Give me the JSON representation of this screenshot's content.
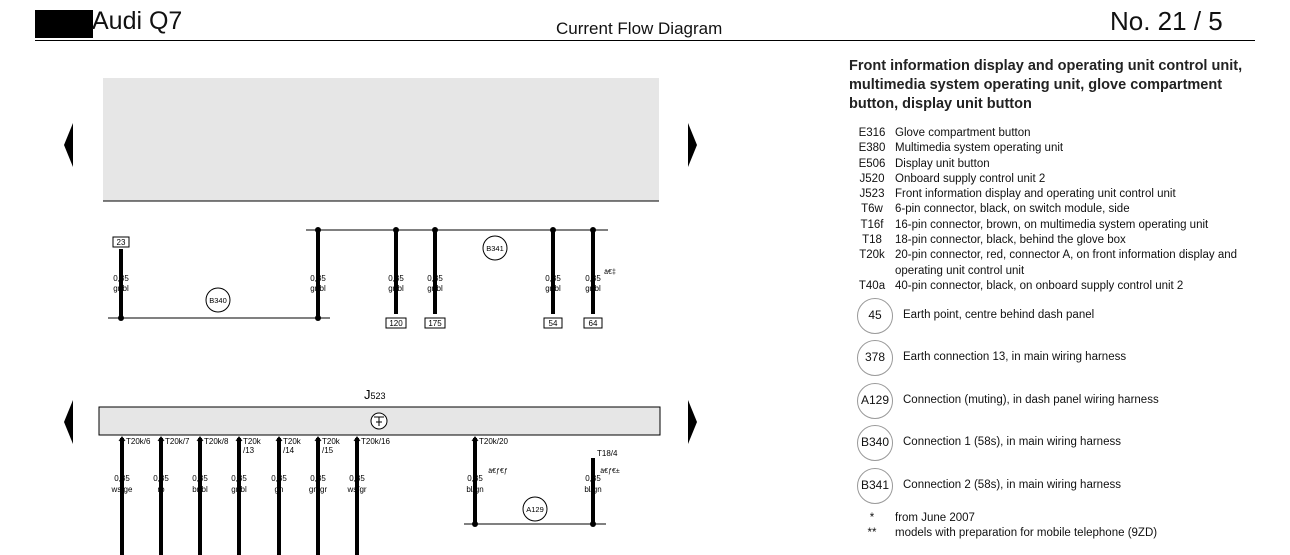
{
  "header": {
    "model": "Audi Q7",
    "title": "Current Flow Diagram",
    "number": "No. 21 / 5"
  },
  "legend": {
    "title": "Front information display and operating unit control unit, multimedia system operating unit, glove compartment button, display unit button",
    "items": [
      {
        "code": "E316",
        "desc": "Glove compartment button"
      },
      {
        "code": "E380",
        "desc": "Multimedia system operating unit"
      },
      {
        "code": "E506",
        "desc": "Display unit button"
      },
      {
        "code": "J520",
        "desc": "Onboard supply control unit 2"
      },
      {
        "code": "J523",
        "desc": "Front information display and operating unit control unit"
      },
      {
        "code": "T6w",
        "desc": "6-pin connector, black, on switch module, side"
      },
      {
        "code": "T16f",
        "desc": "16-pin connector, brown, on multimedia system operating unit"
      },
      {
        "code": "T18",
        "desc": "18-pin connector, black, behind the glove box"
      },
      {
        "code": "T20k",
        "desc": "20-pin connector, red, connector A, on front information display and operating unit control unit"
      },
      {
        "code": "T40a",
        "desc": "40-pin connector, black, on onboard supply control unit 2"
      }
    ],
    "circles": [
      {
        "code": "45",
        "desc": "Earth point, centre behind dash panel"
      },
      {
        "code": "378",
        "desc": "Earth connection 13, in main wiring harness"
      },
      {
        "code": "A129",
        "desc": "Connection (muting), in dash panel wiring harness"
      },
      {
        "code": "B340",
        "desc": "Connection 1 (58s), in main wiring harness"
      },
      {
        "code": "B341",
        "desc": "Connection 2 (58s), in main wiring harness"
      }
    ],
    "footnotes": [
      {
        "mark": "*",
        "desc": "from June 2007"
      },
      {
        "mark": "**",
        "desc": "models with preparation for mobile telephone (9ZD)"
      }
    ]
  },
  "diagram": {
    "component": "J",
    "component_sub": "523",
    "top_wires": {
      "box_23": "23",
      "size": "0,35",
      "color_grbl": "gr/bl",
      "node_b340": "B340",
      "node_b341": "B341",
      "ref_120": "120",
      "ref_175": "175",
      "ref_54": "54",
      "ref_64": "64",
      "mark": "ä€‡"
    },
    "pins": [
      {
        "label": "T20k/6",
        "line2": "",
        "size": "0,35",
        "color": "ws/ge"
      },
      {
        "label": "T20k/7",
        "line2": "",
        "size": "0,35",
        "color": "ro"
      },
      {
        "label": "T20k/8",
        "line2": "",
        "size": "0,35",
        "color": "br/bl"
      },
      {
        "label": "T20k",
        "line2": "/13",
        "size": "0,35",
        "color": "gr/bl"
      },
      {
        "label": "T20k",
        "line2": "/14",
        "size": "0,35",
        "color": "gn"
      },
      {
        "label": "T20k",
        "line2": "/15",
        "size": "0,35",
        "color": "gn/gr"
      },
      {
        "label": "T20k/16",
        "line2": "",
        "size": "0,35",
        "color": "ws/gr"
      }
    ],
    "right_wires": {
      "pin_20": "T20k/20",
      "pin_18": "T18/4",
      "size": "0,35",
      "color_blgn": "bl/gn",
      "node_a129": "A129",
      "mark_a": "ä€ƒ€ƒ",
      "mark_b": "ä€ƒ€±"
    }
  },
  "colors": {
    "line": "#000000",
    "panel": "#e6e6e6",
    "circle_border": "#999999"
  }
}
